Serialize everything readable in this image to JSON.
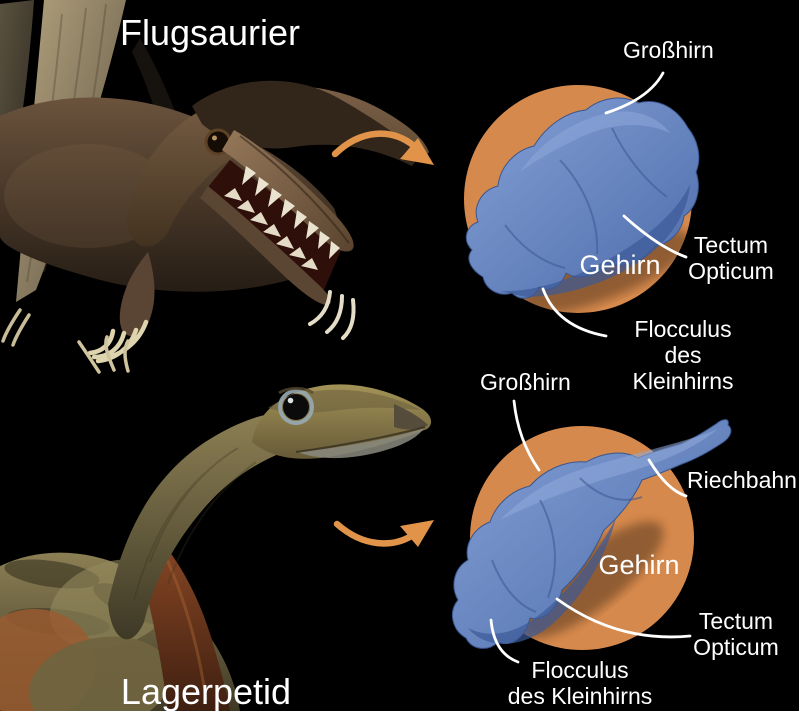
{
  "figure": {
    "type": "scientific-brain-comparison-illustration",
    "background": "#000000"
  },
  "colors": {
    "circle_orange": "#d6894c",
    "arrow_orange": "#e09349",
    "brain_blue": "#5d80c0",
    "label_white": "#ffffff"
  },
  "flugsaurier": {
    "title": "Flugsaurier",
    "brain_label": "Gehirn",
    "annotations": {
      "grosshirn": "Großhirn",
      "tectum_opticum": "Tectum\nOpticum",
      "flocculus": "Flocculus\ndes Kleinhirns"
    }
  },
  "lagerpetid": {
    "title": "Lagerpetid",
    "brain_label": "Gehirn",
    "annotations": {
      "grosshirn": "Großhirn",
      "riechbahn": "Riechbahn",
      "tectum_opticum": "Tectum\nOpticum",
      "flocculus": "Flocculus\ndes Kleinhirns"
    }
  }
}
